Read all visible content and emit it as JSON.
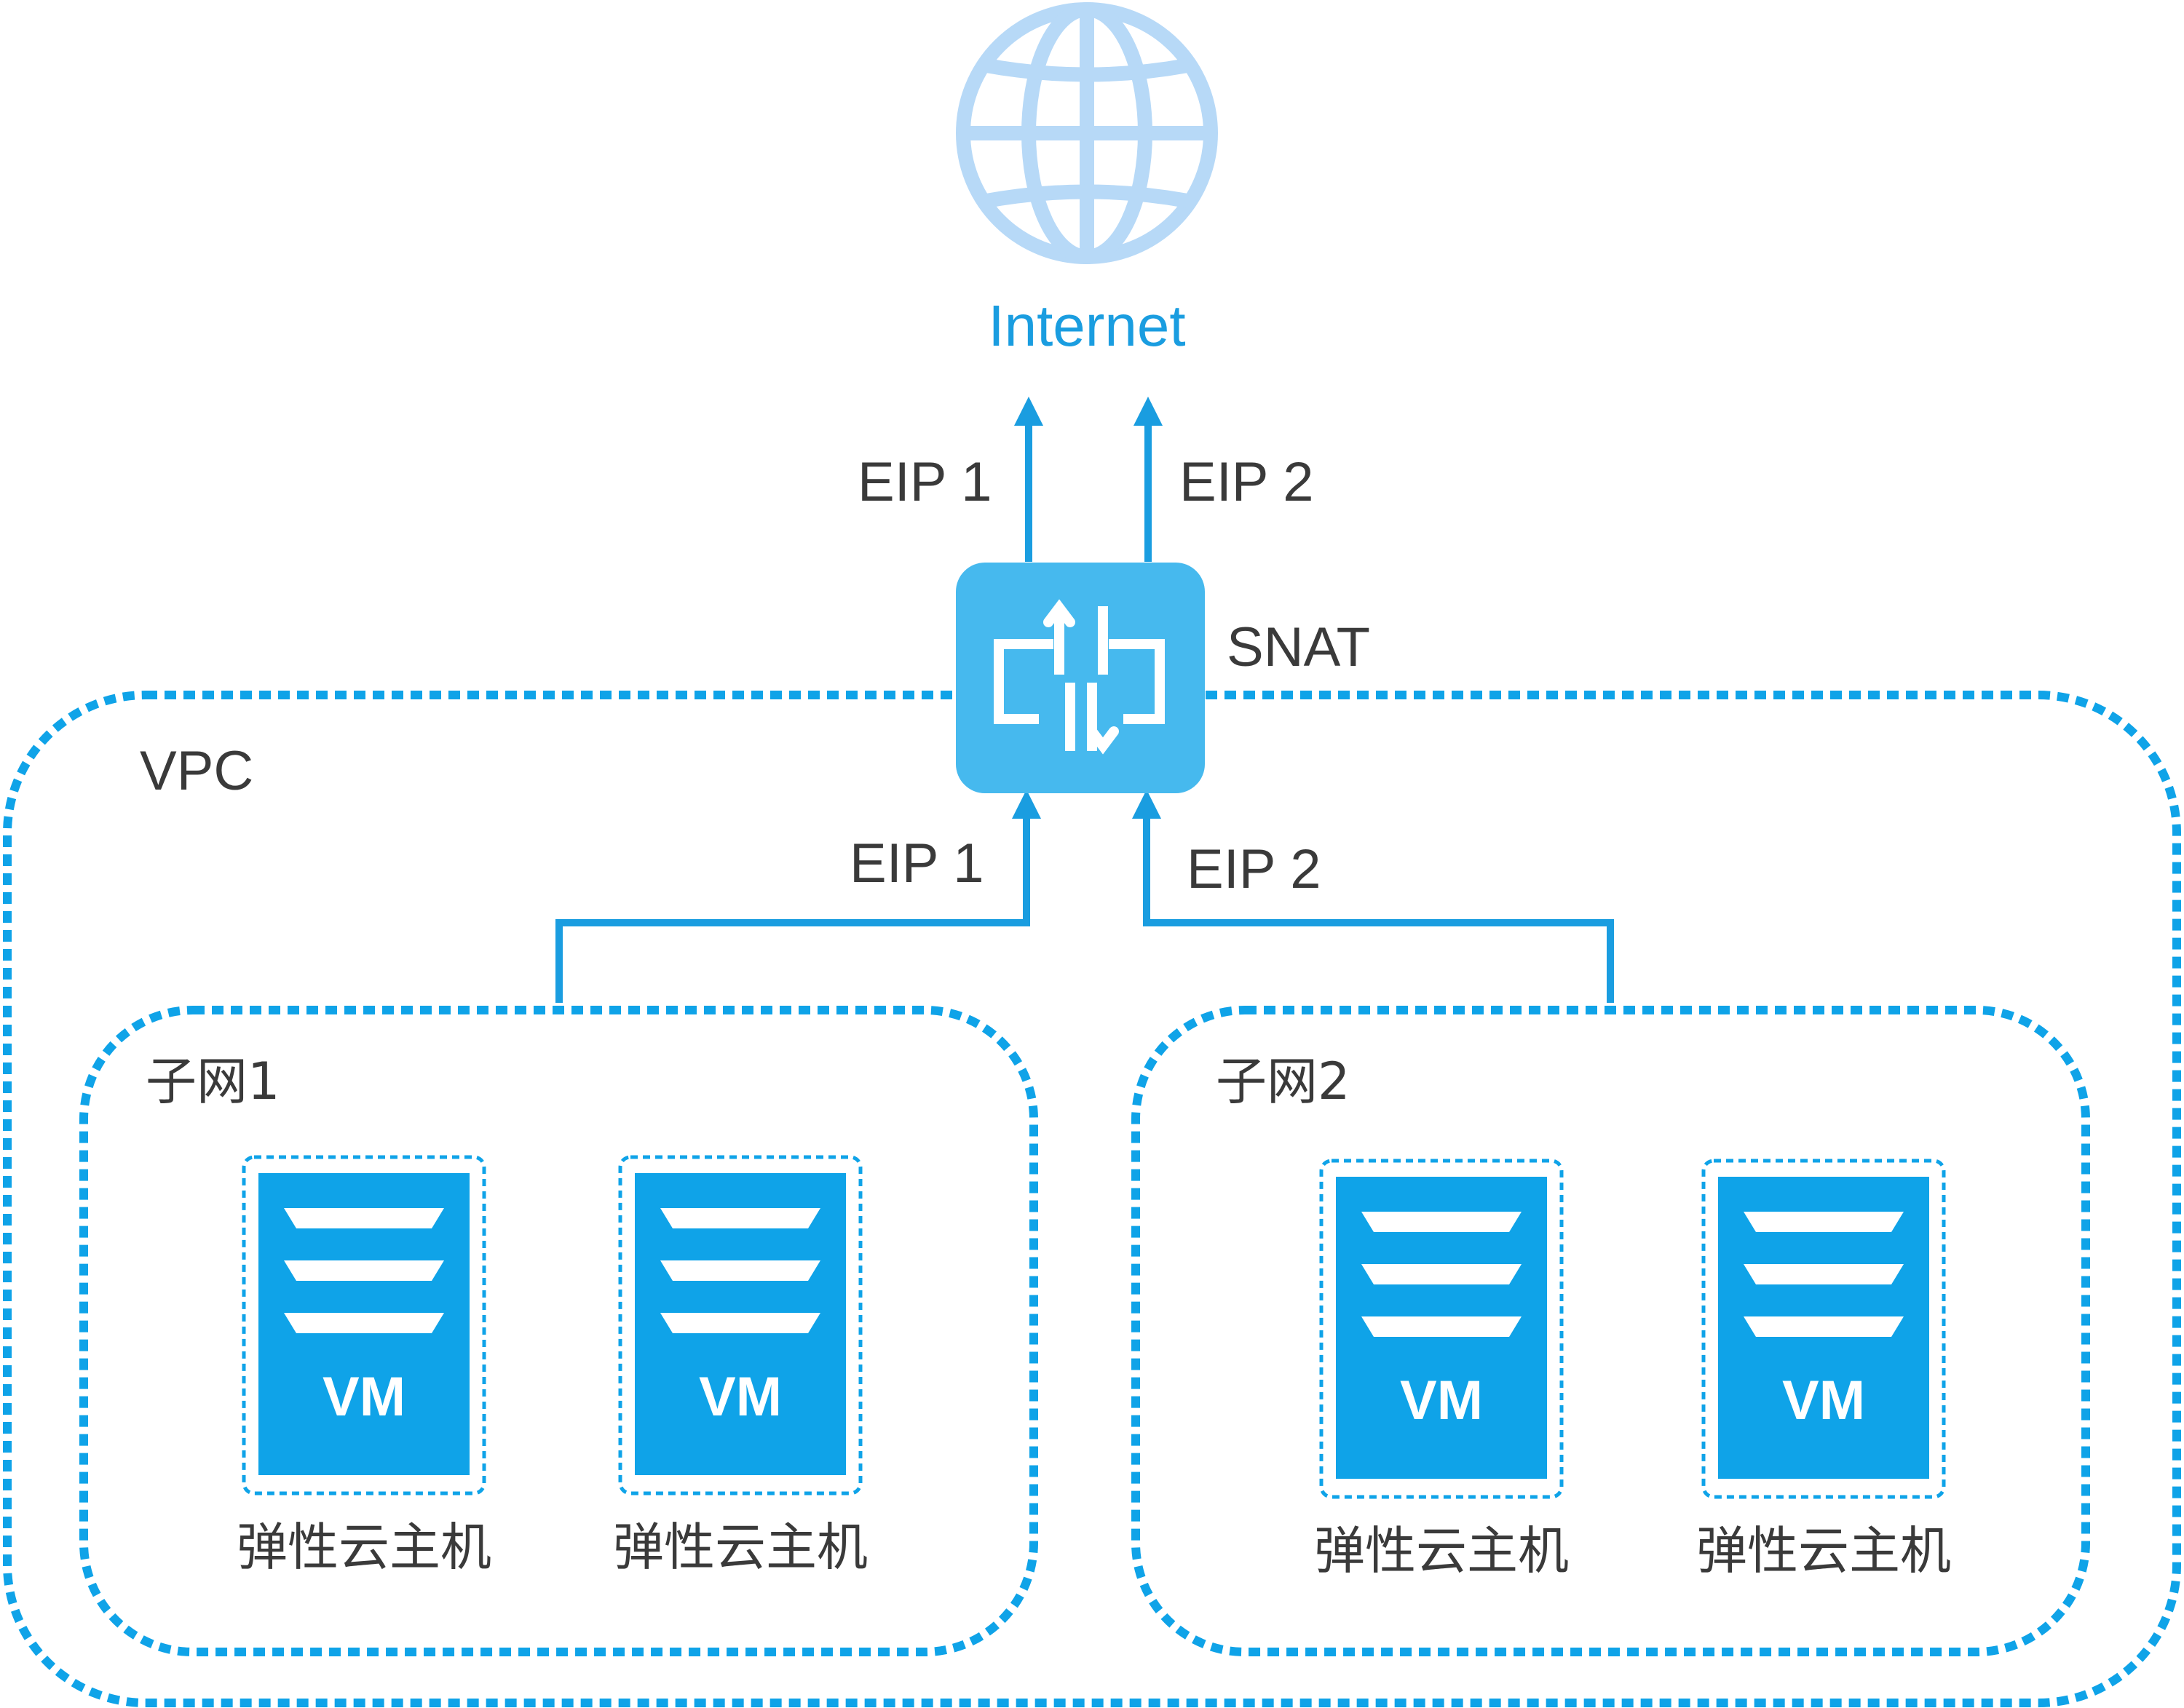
{
  "colors": {
    "accent": "#0fa3e8",
    "line": "#1a9de0",
    "globe": "#b7d9f7",
    "snat_fill": "#46b9ee",
    "vm_fill": "#0fa3e8",
    "text_dark": "#3a3a3a",
    "text_blue": "#1a9de0"
  },
  "internet": {
    "label": "Internet",
    "icon": "globe-icon"
  },
  "snat": {
    "label": "SNAT",
    "icon": "nat-gateway-icon"
  },
  "vpc": {
    "label": "VPC"
  },
  "links": {
    "up_left": "EIP 1",
    "up_right": "EIP 2",
    "in_left": "EIP 1",
    "in_right": "EIP 2"
  },
  "subnets": [
    {
      "label": "子网1",
      "vms": [
        {
          "tag": "VM",
          "caption": "弹性云主机"
        },
        {
          "tag": "VM",
          "caption": "弹性云主机"
        }
      ]
    },
    {
      "label": "子网2",
      "vms": [
        {
          "tag": "VM",
          "caption": "弹性云主机"
        },
        {
          "tag": "VM",
          "caption": "弹性云主机"
        }
      ]
    }
  ]
}
